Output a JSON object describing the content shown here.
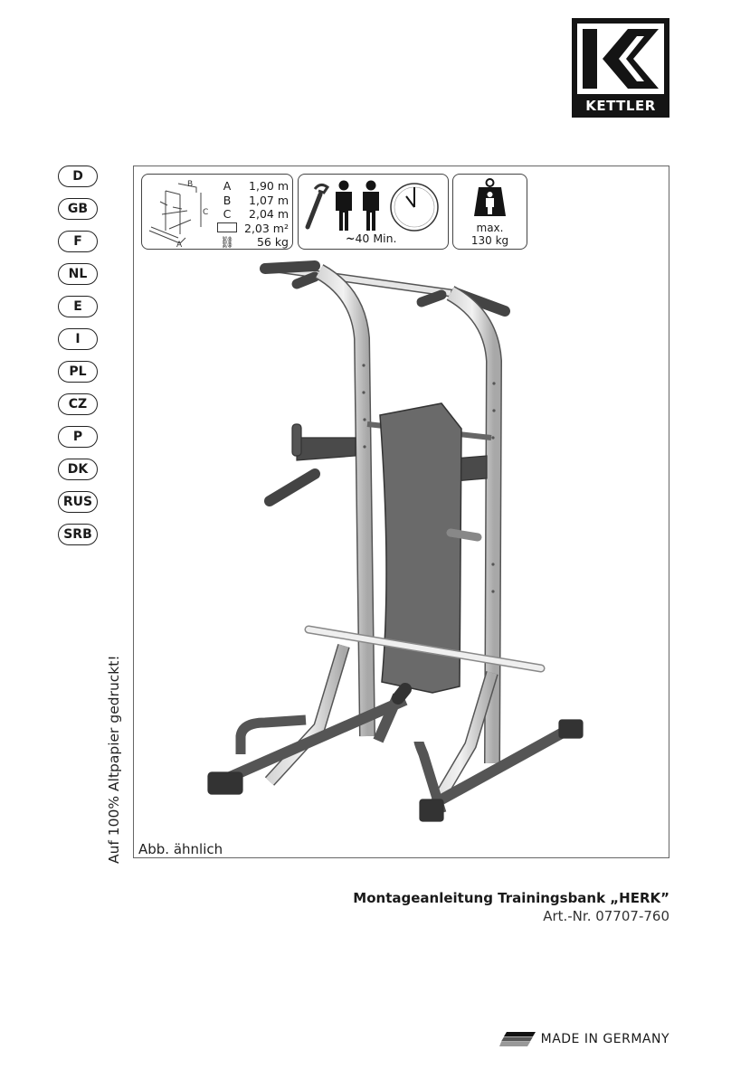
{
  "brand": {
    "name": "KETTLER"
  },
  "languages": [
    "D",
    "GB",
    "F",
    "NL",
    "E",
    "I",
    "PL",
    "CZ",
    "P",
    "DK",
    "RUS",
    "SRB"
  ],
  "side_note": "Auf 100% Altpapier gedruckt!",
  "caption": "Abb. ähnlich",
  "specs": {
    "dims": [
      {
        "key": "A",
        "value": "1,90 m"
      },
      {
        "key": "B",
        "value": "1,07 m"
      },
      {
        "key": "C",
        "value": "2,04 m"
      },
      {
        "key": "",
        "value": "2,03 m²"
      },
      {
        "key": "",
        "value": "56 kg"
      }
    ],
    "diagram_labels": {
      "a": "A",
      "b": "B",
      "c": "C"
    },
    "time": "40 Min.",
    "max_label": "max.",
    "max_weight": "130 kg"
  },
  "title": "Montageanleitung Trainingsbank „HERK”",
  "article": "Art.-Nr. 07707-760",
  "made_in": "MADE IN GERMANY"
}
